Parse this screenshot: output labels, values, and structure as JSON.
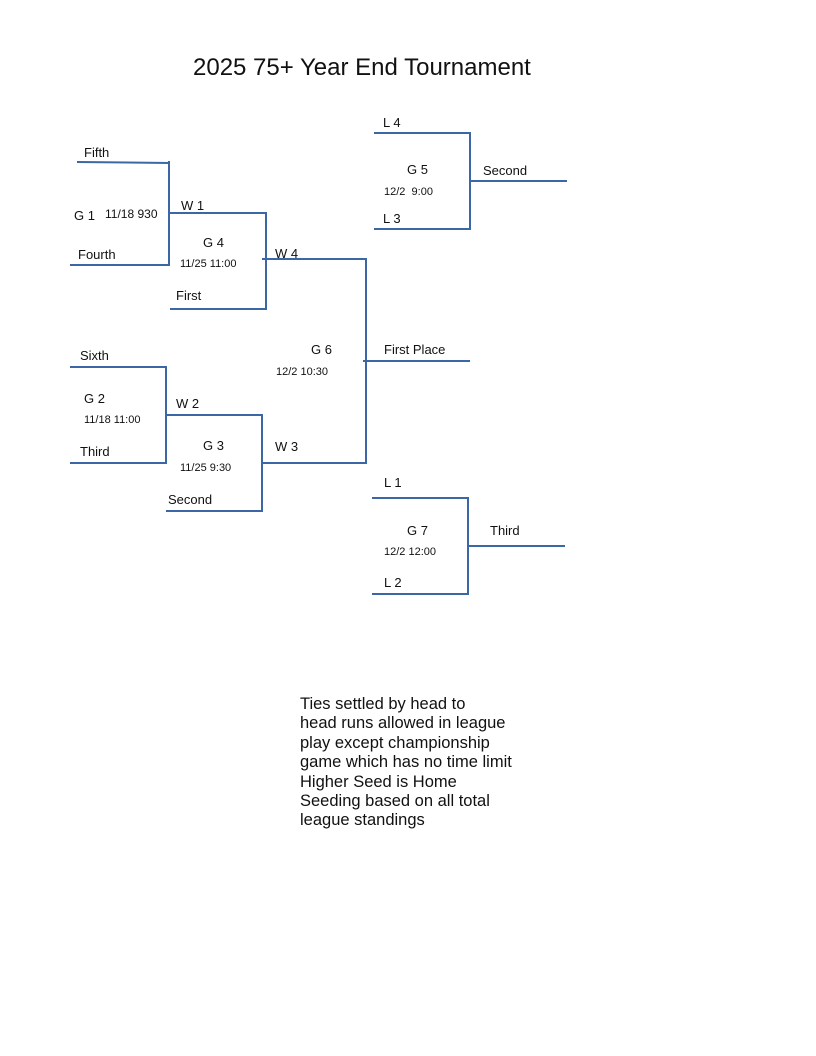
{
  "title": "2025 75+ Year End Tournament",
  "colors": {
    "bracket_line": "#3b67a6",
    "text": "#111111",
    "background": "#ffffff"
  },
  "games": {
    "g1": {
      "name": "G 1",
      "schedule": "11/18 930",
      "top_team": "Fifth",
      "bottom_team": "Fourth"
    },
    "g2": {
      "name": "G 2",
      "schedule": "11/18 11:00",
      "top_team": "Sixth",
      "bottom_team": "Third"
    },
    "g3": {
      "name": "G 3",
      "schedule": "11/25 9:30",
      "top_team": "W 2",
      "bottom_team": "Second"
    },
    "g4": {
      "name": "G 4",
      "schedule": "11/25 11:00",
      "top_team": "W 1",
      "bottom_team": "First"
    },
    "g5": {
      "name": "G 5",
      "schedule": "12/2  9:00",
      "top_team": "L 4",
      "bottom_team": "L 3",
      "result": "Second"
    },
    "g6": {
      "name": "G 6",
      "schedule": "12/2 10:30",
      "top_team": "W 4",
      "bottom_team": "W 3",
      "result": "First Place"
    },
    "g7": {
      "name": "G 7",
      "schedule": "12/2 12:00",
      "top_team": "L 1",
      "bottom_team": "L 2",
      "result": "Third"
    }
  },
  "notes": [
    "Ties settled by head to",
    "head runs allowed in league",
    "play except championship",
    "game which has no time limit",
    "Higher Seed is Home",
    "Seeding based on all total",
    "league standings"
  ]
}
